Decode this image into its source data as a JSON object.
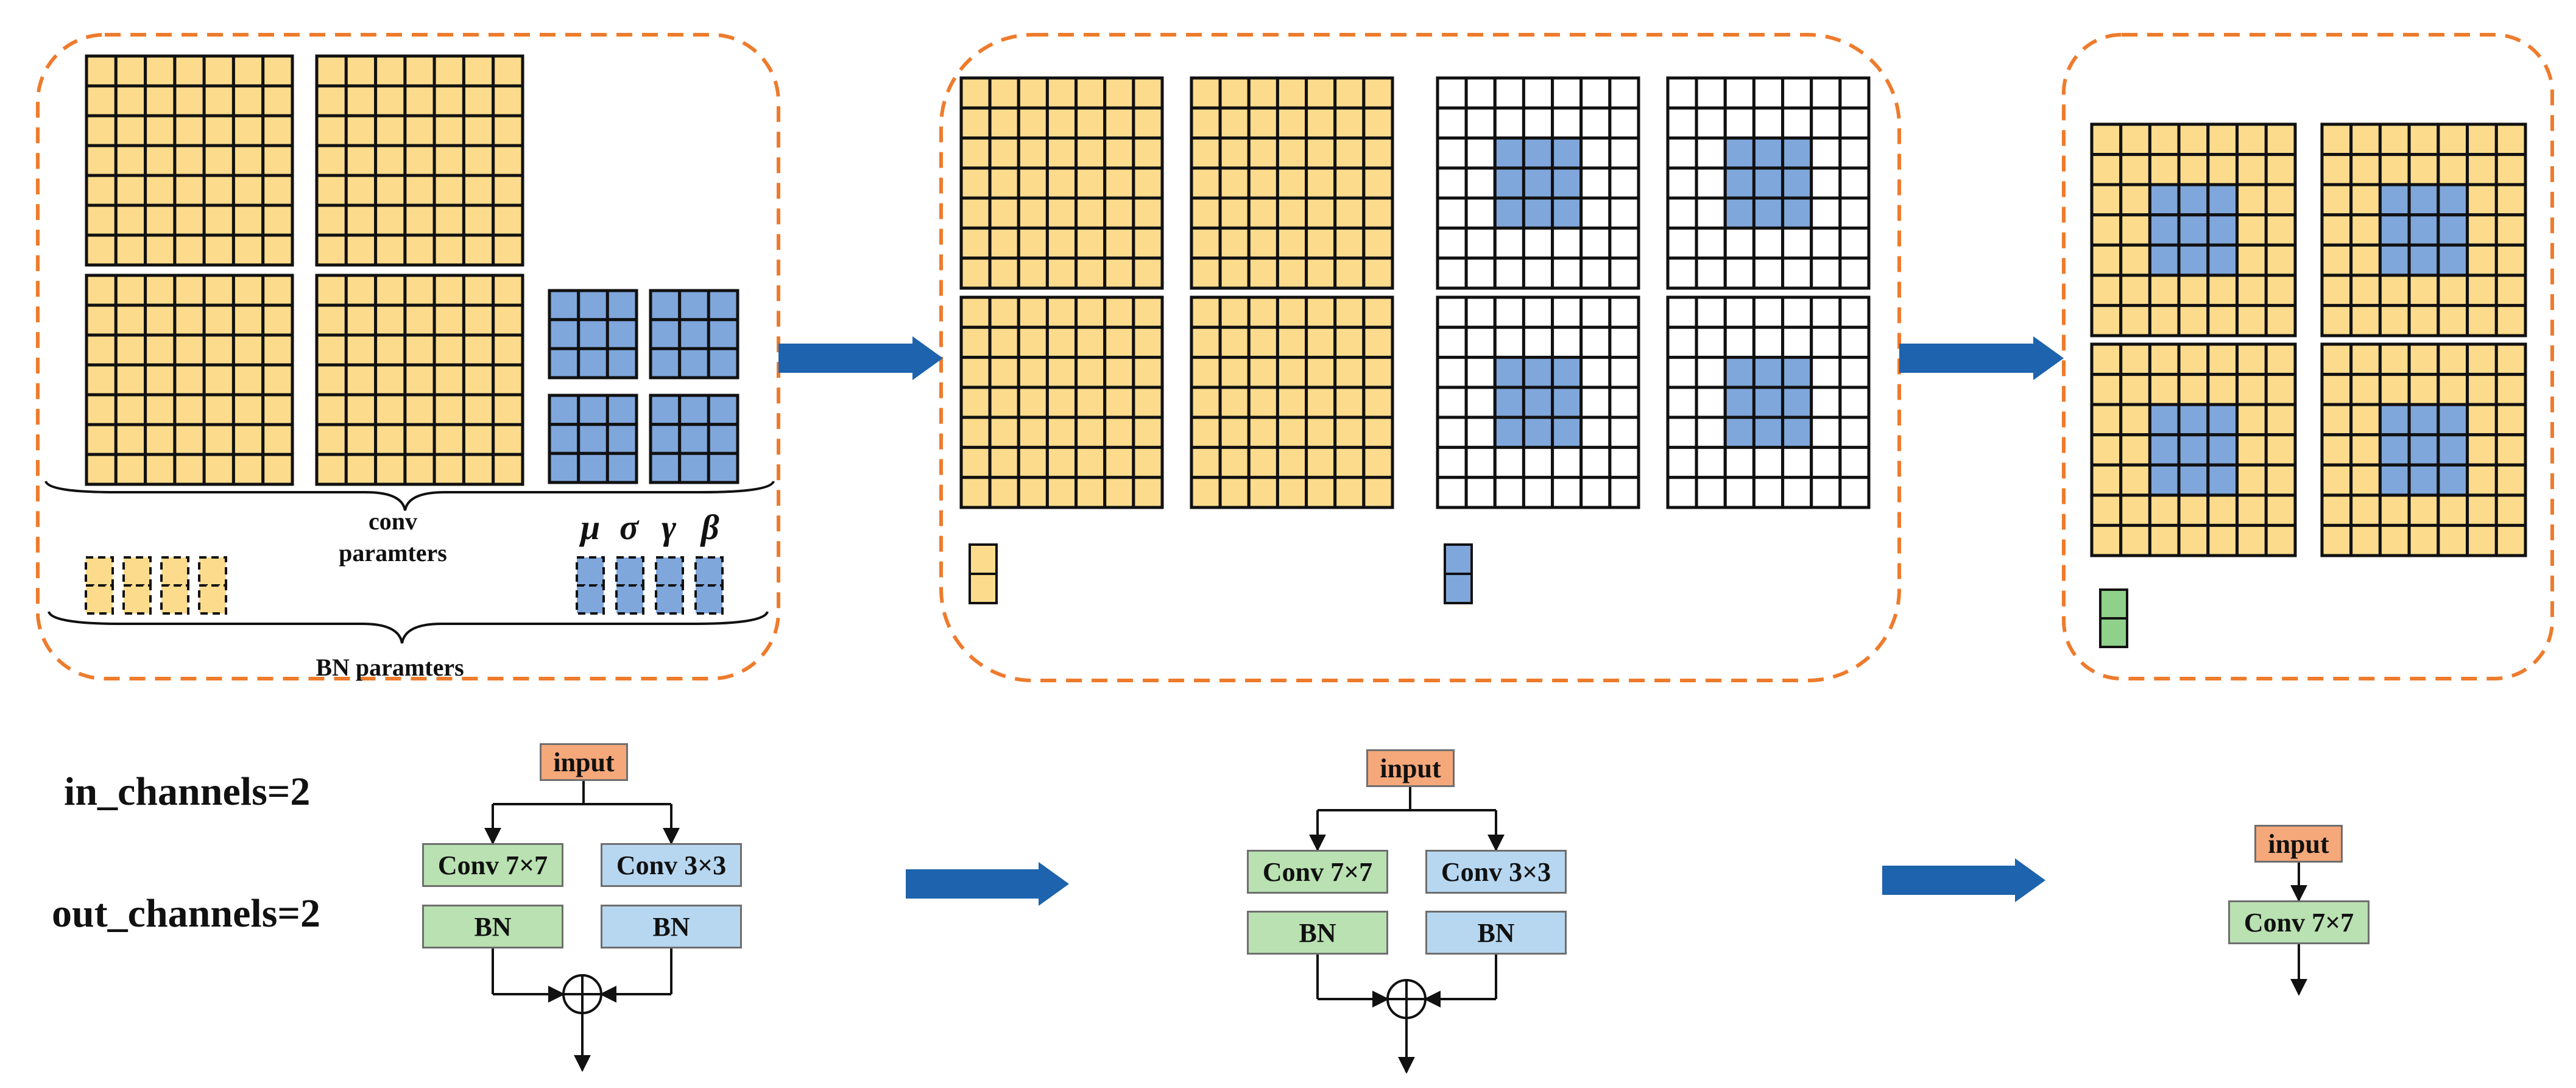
{
  "colors": {
    "yellow": "#fcdc8c",
    "blue": "#7fa7dc",
    "green": "#8fd08a",
    "white": "#ffffff",
    "dash_orange": "#ee7b2c",
    "arrow_blue": "#1d63ad",
    "input_box": "#f5a87a",
    "conv7_box": "#b9e1b1",
    "conv3_box": "#b7d7f1"
  },
  "panel1": {
    "conv_label": "conv\nparamters",
    "bn_label": "BN paramters",
    "greek": [
      "μ",
      "σ",
      "γ",
      "β"
    ]
  },
  "params": {
    "in_channels": "in_channels=2",
    "out_channels": "out_channels=2"
  },
  "flow1": {
    "input": "input",
    "conv7": "Conv 7×7",
    "conv3": "Conv 3×3",
    "bn_left": "BN",
    "bn_right": "BN",
    "sum_icon": "circled-plus-icon"
  },
  "flow2": {
    "input": "input",
    "conv7": "Conv 7×7",
    "conv3": "Conv 3×3",
    "bn_left": "BN",
    "bn_right": "BN",
    "sum_icon": "circled-plus-icon"
  },
  "flow3": {
    "input": "input",
    "conv7": "Conv 7×7"
  },
  "arrows": [
    "arrow-right-icon",
    "arrow-right-icon",
    "arrow-right-icon",
    "arrow-right-icon"
  ]
}
